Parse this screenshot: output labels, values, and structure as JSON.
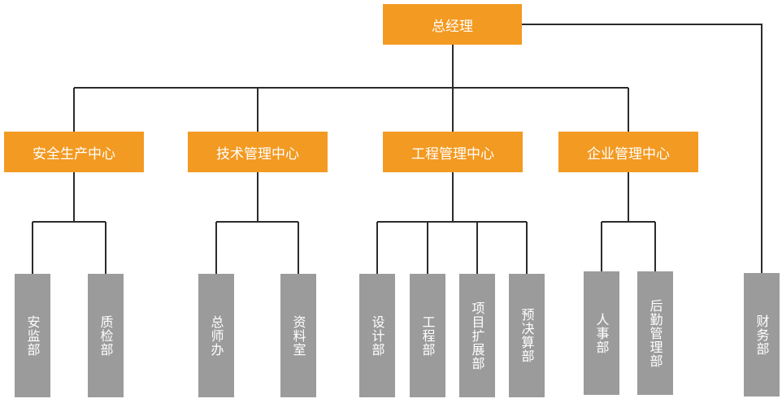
{
  "colors": {
    "top_box": "#f39a22",
    "leaf_box": "#9b9b9b",
    "connector": "#2b2b2b"
  },
  "root": {
    "label": "总经理"
  },
  "centers": [
    {
      "label": "安全生产中心",
      "departments": [
        "安监部",
        "质检部"
      ]
    },
    {
      "label": "技术管理中心",
      "departments": [
        "总师办",
        "资料室"
      ]
    },
    {
      "label": "工程管理中心",
      "departments": [
        "设计部",
        "工程部",
        "项目扩展部",
        "预决算部"
      ]
    },
    {
      "label": "企业管理中心",
      "departments": [
        "人事部",
        "后勤管理部"
      ]
    }
  ],
  "direct_departments": [
    "财务部"
  ]
}
